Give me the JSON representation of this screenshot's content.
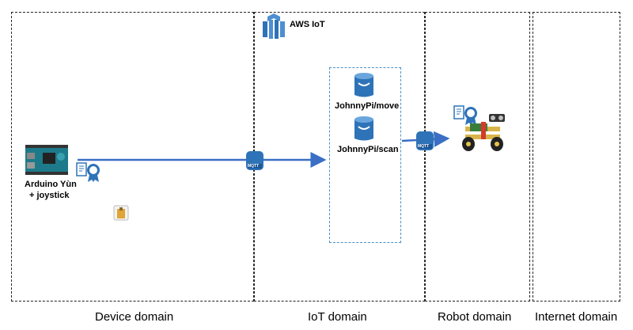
{
  "domains": [
    {
      "id": "device",
      "label": "Device domain"
    },
    {
      "id": "iot",
      "label": "IoT domain"
    },
    {
      "id": "robot",
      "label": "Robot domain"
    },
    {
      "id": "internet",
      "label": "Internet domain"
    }
  ],
  "aws_iot": {
    "label": "AWS IoT"
  },
  "device": {
    "name_line1": "Arduino Yùn",
    "name_line2": "+ joystick"
  },
  "topics": [
    "JohnnyPi/move",
    "JohnnyPi/scan"
  ],
  "mqtt_badge": "MQTT",
  "colors": {
    "arrow": "#3a6fc4",
    "aws_blue": "#2e73b8",
    "group_border": "#4a90c8"
  }
}
